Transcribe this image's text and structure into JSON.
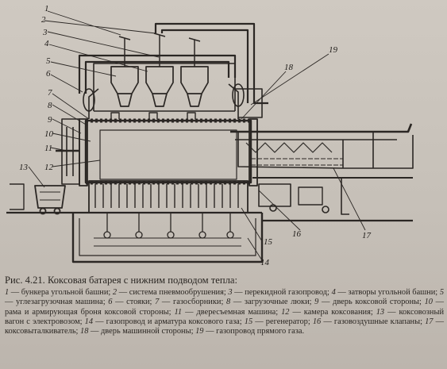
{
  "figure": {
    "callouts": [
      "1",
      "2",
      "3",
      "4",
      "5",
      "6",
      "7",
      "8",
      "9",
      "10",
      "11",
      "12",
      "13",
      "14",
      "15",
      "16",
      "17",
      "18",
      "19"
    ]
  },
  "caption": {
    "title": "Рис. 4.21. Коксовая батарея с нижним подводом тепла:",
    "legend": [
      {
        "num": "1",
        "text": "бункера угольной башни;"
      },
      {
        "num": "2",
        "text": "система пневмообрушения;"
      },
      {
        "num": "3",
        "text": "перекидной газопровод;"
      },
      {
        "num": "4",
        "text": "затворы угольной башни;"
      },
      {
        "num": "5",
        "text": "углезагрузочная машина;"
      },
      {
        "num": "6",
        "text": "стояки;"
      },
      {
        "num": "7",
        "text": "газосборники;"
      },
      {
        "num": "8",
        "text": "загрузочные люки;"
      },
      {
        "num": "9",
        "text": "дверь коксовой стороны;"
      },
      {
        "num": "10",
        "text": "рама и армирующая броня коксовой стороны;"
      },
      {
        "num": "11",
        "text": "двересъемная машина;"
      },
      {
        "num": "12",
        "text": "камера коксования;"
      },
      {
        "num": "13",
        "text": "коксовозный вагон с электровозом;"
      },
      {
        "num": "14",
        "text": "газопровод и арматура коксового газа;"
      },
      {
        "num": "15",
        "text": "регенератор;"
      },
      {
        "num": "16",
        "text": "газовоздушные клапаны;"
      },
      {
        "num": "17",
        "text": "коксовыталкиватель;"
      },
      {
        "num": "18",
        "text": "дверь машинной стороны;"
      },
      {
        "num": "19",
        "text": "газопровод прямого газа."
      }
    ]
  }
}
